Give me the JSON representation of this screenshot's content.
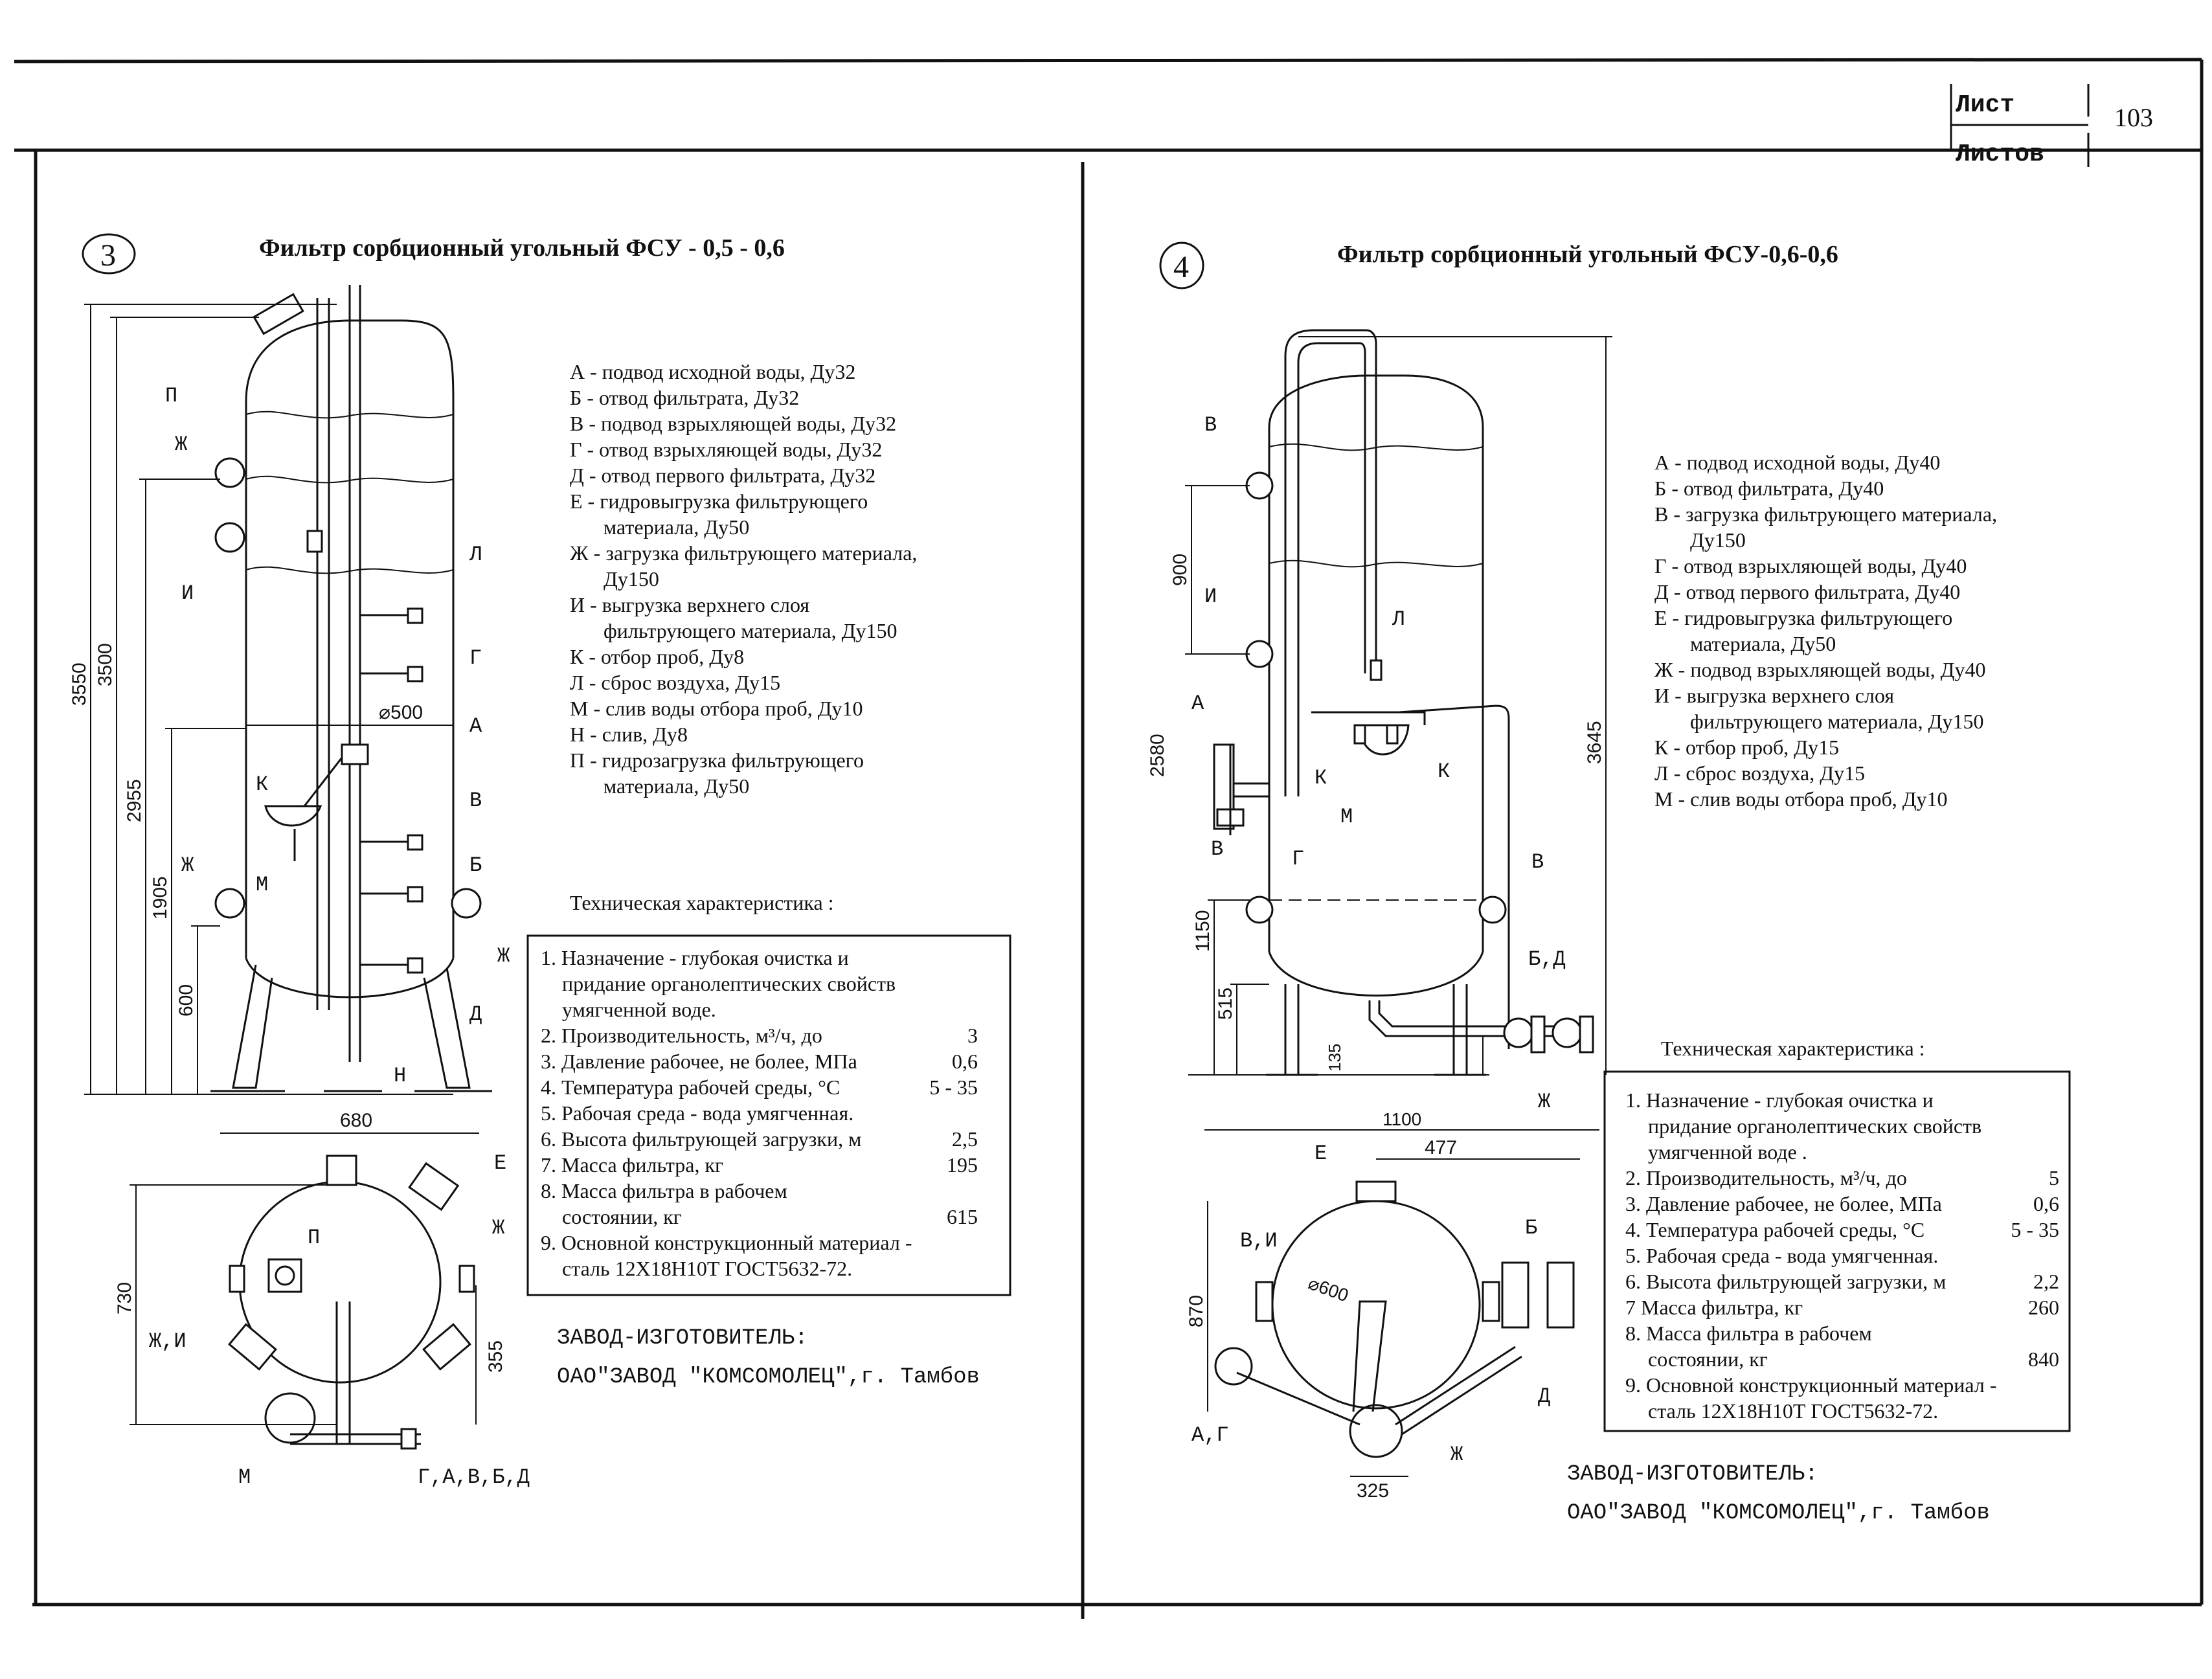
{
  "sheet": {
    "sheet_label": "Лист",
    "sheet_number": "103",
    "sheets_label": "Листов"
  },
  "left": {
    "number": "3",
    "title": "Фильтр сорбционный угольный ФСУ - 0,5 - 0,6",
    "legend": [
      "А - подвод исходной воды, Ду32",
      "Б - отвод фильтрата, Ду32",
      "В - подвод взрыхляющей воды, Ду32",
      "Г - отвод взрыхляющей воды, Ду32",
      "Д - отвод первого фильтрата, Ду32",
      "Е - гидровыгрузка фильтрующего",
      "материала, Ду50",
      "Ж - загрузка фильтрующего материала,",
      "Ду150",
      "И - выгрузка верхнего слоя",
      "фильтрующего материала, Ду150",
      "К - отбор проб, Ду8",
      "Л - сброс воздуха, Ду15",
      "М - слив воды отбора проб, Ду10",
      "Н - слив, Ду8",
      "П - гидрозагрузка фильтрующего",
      "материала, Ду50"
    ],
    "spec_title": "Техническая характеристика :",
    "spec": [
      {
        "label": "1. Назначение - глубокая очистка и",
        "value": ""
      },
      {
        "label": "придание органолептических свойств",
        "value": ""
      },
      {
        "label": "умягченной воде.",
        "value": ""
      },
      {
        "label": "2. Производительность, м³/ч, до",
        "value": "3"
      },
      {
        "label": "3. Давление рабочее, не более, МПа",
        "value": "0,6"
      },
      {
        "label": "4. Температура рабочей среды, °С",
        "value": "5 - 35"
      },
      {
        "label": "5. Рабочая среда - вода умягченная.",
        "value": ""
      },
      {
        "label": "6. Высота фильтрующей загрузки, м",
        "value": "2,5"
      },
      {
        "label": "7. Масса фильтра, кг",
        "value": "195"
      },
      {
        "label": "8. Масса фильтра в рабочем",
        "value": ""
      },
      {
        "label": "состоянии, кг",
        "value": "615"
      },
      {
        "label": "9. Основной конструкционный материал -",
        "value": ""
      },
      {
        "label": "сталь 12Х18Н10Т ГОСТ5632-72.",
        "value": ""
      }
    ],
    "maker_title": "ЗАВОД-ИЗГОТОВИТЕЛЬ:",
    "maker": "ОАО\"ЗАВОД \"КОМСОМОЛЕЦ\",г. Тамбов",
    "dims": {
      "d3550": "3550",
      "d3500": "3500",
      "d2955": "2955",
      "d1905": "1905",
      "d600": "600",
      "d500": "⌀500",
      "d680": "680",
      "d730": "730",
      "d355": "355"
    },
    "labels": {
      "P": "П",
      "Zh": "Ж",
      "I": "И",
      "L": "Л",
      "G": "Г",
      "A": "А",
      "K": "К",
      "M": "М",
      "V": "В",
      "B": "Б",
      "D": "Д",
      "N": "Н",
      "E": "Е",
      "ZhI": "Ж,И",
      "GABVD": "Г,А,В,Б,Д"
    }
  },
  "right": {
    "number": "4",
    "title": "Фильтр сорбционный угольный ФСУ-0,6-0,6",
    "legend": [
      "А - подвод исходной воды, Ду40",
      "Б - отвод фильтрата, Ду40",
      "В - загрузка фильтрующего материала,",
      "Ду150",
      "Г - отвод взрыхляющей воды, Ду40",
      "Д - отвод первого фильтрата, Ду40",
      "Е - гидровыгрузка фильтрующего",
      "материала, Ду50",
      "Ж - подвод взрыхляющей воды, Ду40",
      "И - выгрузка верхнего слоя",
      "фильтрующего материала, Ду150",
      "К - отбор проб, Ду15",
      "Л - сброс воздуха, Ду15",
      "М - слив воды отбора проб, Ду10"
    ],
    "spec_title": "Техническая характеристика :",
    "spec": [
      {
        "label": "1. Назначение - глубокая очистка и",
        "value": ""
      },
      {
        "label": "придание органолептических свойств",
        "value": ""
      },
      {
        "label": "умягченной воде .",
        "value": ""
      },
      {
        "label": "2. Производительность, м³/ч, до",
        "value": "5"
      },
      {
        "label": "3. Давление рабочее, не более, МПа",
        "value": "0,6"
      },
      {
        "label": "4. Температура рабочей среды, °С",
        "value": "5 - 35"
      },
      {
        "label": "5. Рабочая среда - вода умягченная.",
        "value": ""
      },
      {
        "label": "6. Высота фильтрующей загрузки, м",
        "value": "2,2"
      },
      {
        "label": "7 Масса фильтра, кг",
        "value": "260"
      },
      {
        "label": "8. Масса фильтра в рабочем",
        "value": ""
      },
      {
        "label": "состоянии, кг",
        "value": "840"
      },
      {
        "label": "9. Основной конструкционный материал -",
        "value": ""
      },
      {
        "label": "сталь 12Х18Н10Т ГОСТ5632-72.",
        "value": ""
      }
    ],
    "maker_title": "ЗАВОД-ИЗГОТОВИТЕЛЬ:",
    "maker": "ОАО\"ЗАВОД \"КОМСОМОЛЕЦ\",г. Тамбов",
    "dims": {
      "d900": "900",
      "d2580": "2580",
      "d3645": "3645",
      "d1150": "1150",
      "d515": "515",
      "d135": "135",
      "d1100": "1100",
      "d477": "477",
      "d600": "⌀600",
      "d870": "870",
      "d325": "325"
    },
    "labels": {
      "V": "В",
      "I": "И",
      "L": "Л",
      "A": "А",
      "K": "К",
      "M": "М",
      "G": "Г",
      "BD": "Б,Д",
      "Zh": "Ж",
      "E": "Е",
      "VI": "В,И",
      "B": "Б",
      "D": "Д",
      "AG": "А,Г"
    }
  }
}
